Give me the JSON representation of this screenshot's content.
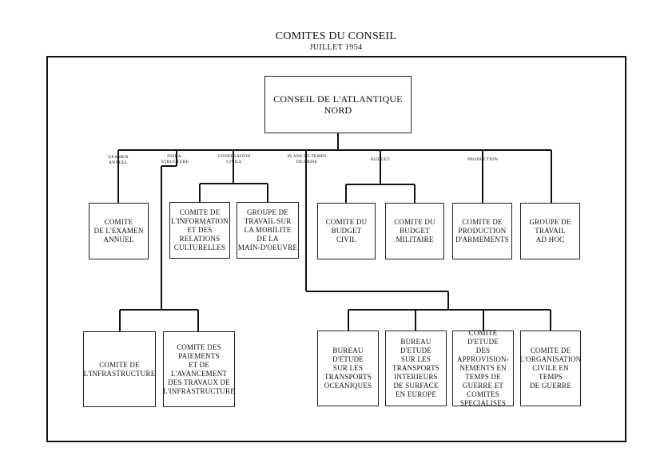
{
  "title": "COMITES DU CONSEIL",
  "subtitle": "JUILLET 1954",
  "root": "CONSEIL DE L'ATLANTIQUE NORD",
  "branch_labels": {
    "examen": "EXAMEN\nANNUEL",
    "infra": "INFRA-\nSTRUCTURE",
    "cooperation": "COOPERATION\nCIVILE",
    "plans": "PLANS DE TEMPS\nDE CRISE",
    "budget": "BUDGET",
    "production": "PRODUCTION"
  },
  "boxes": {
    "examen": "COMITE\nDE L'EXAMEN\nANNUEL",
    "information": "COMITE DE\nL'INFORMATION\nET DES\nRELATIONS\nCULTURELLES",
    "mobilite": "GROUPE DE\nTRAVAIL SUR\nLA MOBILITE\nDE LA\nMAIN-D'OEUVRE",
    "budget_civil": "COMITE DU\nBUDGET\nCIVIL",
    "budget_militaire": "COMITE DU\nBUDGET\nMILITAIRE",
    "armements": "COMITE DE\nPRODUCTION\nD'ARMEMENTS",
    "adhoc": "GROUPE DE\nTRAVAIL\nAD HOC",
    "infrastructure": "COMITE DE\nL'INFRASTRUCTURE",
    "paiements": "COMITE DES\nPAIEMENTS\nET DE\nL'AVANCEMENT\nDES TRAVAUX DE\nL'INFRASTRUCTURE",
    "transports_oceaniques": "BUREAU\nD'ETUDE\nSUR LES\nTRANSPORTS\nOCEANIQUES",
    "transports_interieurs": "BUREAU D'ETUDE\nSUR LES\nTRANSPORTS\nINTERIEURS\nDE SURFACE\nEN EUROPE",
    "approvisionnements": "COMITE D'ETUDE\nDES\nAPPROVISION-\nNEMENTS EN\nTEMPS DE\nGUERRE ET\nCOMITES\nSPECIALISES",
    "organisation_civile": "COMITE DE\nL'ORGANISATION\nCIVILE EN\nTEMPS\nDE GUERRE"
  }
}
